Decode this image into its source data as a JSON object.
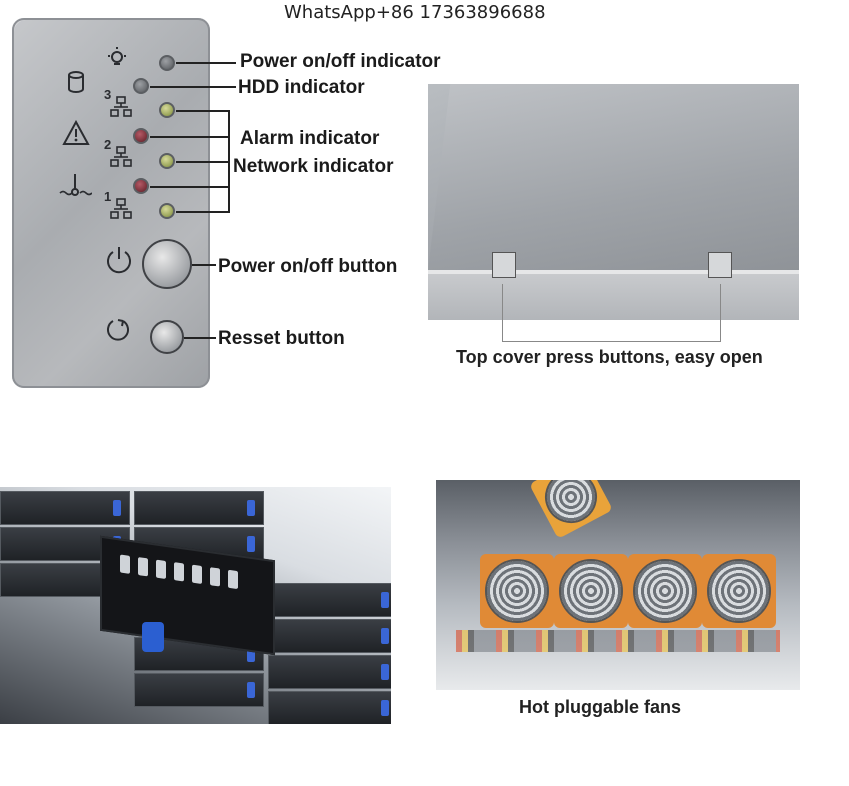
{
  "header": {
    "contact": "WhatsApp+86 17363896688"
  },
  "front_panel": {
    "labels": {
      "power_indicator": "Power on/off indicator",
      "hdd_indicator": "HDD indicator",
      "alarm_indicator": "Alarm indicator",
      "network_indicator": "Network indicator",
      "power_button": "Power on/off button",
      "reset_button": "Resset button"
    },
    "network_port_numbers": [
      "3",
      "2",
      "1"
    ],
    "icons": [
      "bulb-icon",
      "disk-icon",
      "warning-icon",
      "temperature-icon",
      "network-icon",
      "power-icon",
      "reset-icon"
    ]
  },
  "top_cover": {
    "caption": "Top cover press buttons, easy open"
  },
  "fans_photo": {
    "caption": "Hot pluggable fans"
  },
  "colors": {
    "led_green": "#7c8a3a",
    "led_red": "#5b1c24",
    "tray_clip_blue": "#2b5fd1",
    "fan_orange": "#e08a36"
  }
}
